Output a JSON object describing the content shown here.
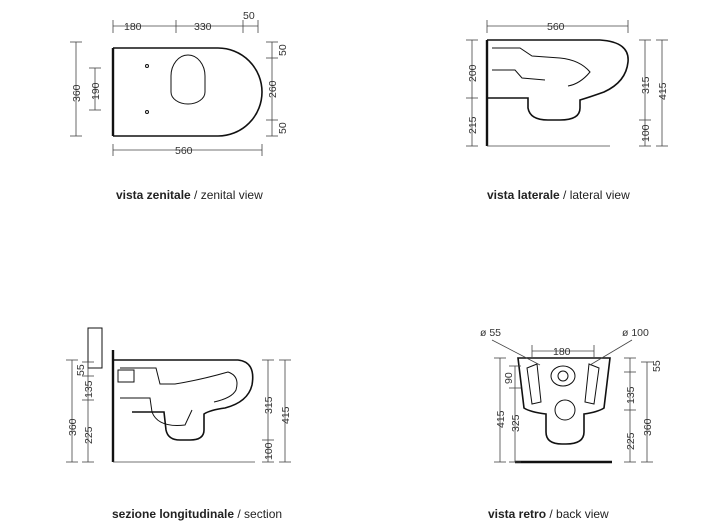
{
  "views": {
    "zenital": {
      "caption_bold": "vista zenitale",
      "caption_rest": " / zenital view",
      "dims": {
        "d180": "180",
        "d330": "330",
        "d50top": "50",
        "d360": "360",
        "d190": "190",
        "d50a": "50",
        "d260": "260",
        "d50b": "50",
        "d560": "560"
      }
    },
    "lateral": {
      "caption_bold": "vista laterale",
      "caption_rest": " / lateral view",
      "dims": {
        "d560": "560",
        "d200": "200",
        "d215": "215",
        "d315": "315",
        "d415": "415",
        "d100": "100"
      }
    },
    "section": {
      "caption_bold": "sezione longitudinale",
      "caption_rest": " / section",
      "dims": {
        "d55": "55",
        "d135": "135",
        "d360": "360",
        "d225": "225",
        "d315": "315",
        "d415": "415",
        "d100": "100"
      }
    },
    "back": {
      "caption_bold": "vista retro",
      "caption_rest": " / back view",
      "dims": {
        "dia55": "ø 55",
        "dia100": "ø 100",
        "d180": "180",
        "d90": "90",
        "d55": "55",
        "d415": "415",
        "d325": "325",
        "d135": "135",
        "d225": "225",
        "d360": "360"
      }
    }
  }
}
